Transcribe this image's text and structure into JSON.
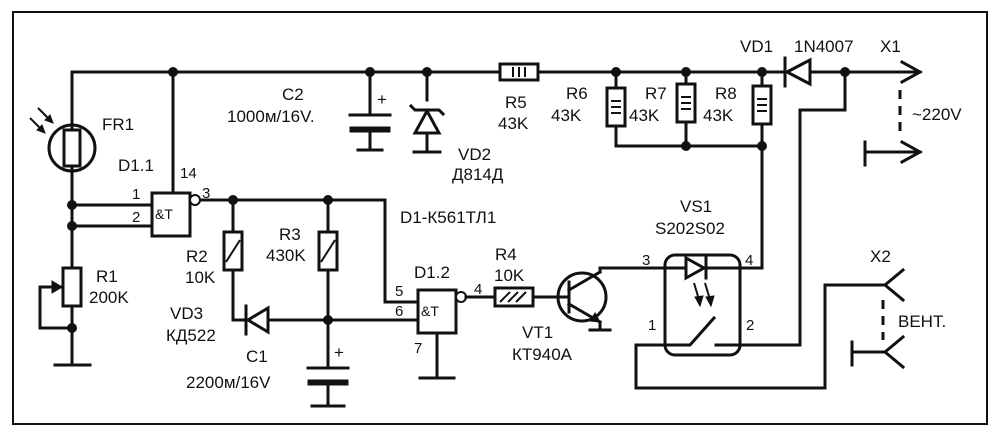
{
  "components": {
    "FR1": {
      "ref": "FR1"
    },
    "R1": {
      "ref": "R1",
      "value": "200K"
    },
    "R2": {
      "ref": "R2",
      "value": "10K"
    },
    "R3": {
      "ref": "R3",
      "value": "430K"
    },
    "R4": {
      "ref": "R4",
      "value": "10K"
    },
    "R5": {
      "ref": "R5",
      "value": "43K"
    },
    "R6": {
      "ref": "R6",
      "value": "43K"
    },
    "R7": {
      "ref": "R7",
      "value": "43K"
    },
    "R8": {
      "ref": "R8",
      "value": "43K"
    },
    "C1": {
      "ref": "C1",
      "value": "2200м/16V"
    },
    "C2": {
      "ref": "C2",
      "value": "1000м/16V."
    },
    "VD1": {
      "ref": "VD1",
      "value": "1N4007"
    },
    "VD2": {
      "ref": "VD2",
      "value": "Д814Д"
    },
    "VD3": {
      "ref": "VD3",
      "value": "КД522"
    },
    "VT1": {
      "ref": "VT1",
      "value": "КТ940А"
    },
    "VS1": {
      "ref": "VS1",
      "value": "S202S02"
    },
    "D1_1": {
      "ref": "D1.1",
      "symbol": "&T"
    },
    "D1_2": {
      "ref": "D1.2",
      "symbol": "&T"
    },
    "D1": {
      "ref": "D1-К561ТЛ1"
    },
    "X1": {
      "ref": "X1",
      "voltage": "~220V"
    },
    "X2": {
      "ref": "X2",
      "label": "ВЕНТ."
    }
  },
  "pins": {
    "d11_in1": "1",
    "d11_in2": "2",
    "d11_out": "3",
    "d11_pwr": "14",
    "d12_in1": "5",
    "d12_in2": "6",
    "d12_out": "4",
    "d12_gnd": "7",
    "vs1_p1": "1",
    "vs1_p2": "2",
    "vs1_p3": "3",
    "vs1_p4": "4",
    "c_plus": "+"
  }
}
